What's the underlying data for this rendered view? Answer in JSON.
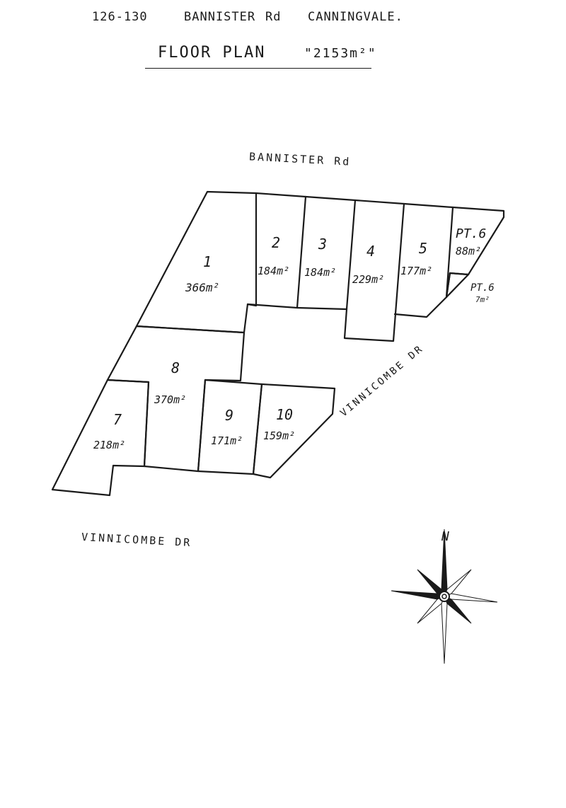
{
  "header": {
    "address_numbers": "126-130",
    "street": "BANNISTER",
    "street_suffix": "Rd",
    "suburb": "CANNINGVALE."
  },
  "title": {
    "label": "FLOOR PLAN",
    "total_area": "\"2153m²\""
  },
  "roads": {
    "top": "BANNISTER Rd",
    "bottom": "VINNICOMBE DR",
    "diagonal": "VINNICOMBE DR"
  },
  "north_label": "N",
  "units": [
    {
      "number": "1",
      "area": "366m²"
    },
    {
      "number": "2",
      "area": "184m²"
    },
    {
      "number": "3",
      "area": "184m²"
    },
    {
      "number": "4",
      "area": "229m²"
    },
    {
      "number": "5",
      "area": "177m²"
    },
    {
      "number": "PT.6",
      "area": "88m²"
    },
    {
      "number": "PT.6",
      "area": "7m²"
    },
    {
      "number": "7",
      "area": "218m²"
    },
    {
      "number": "8",
      "area": "370m²"
    },
    {
      "number": "9",
      "area": "171m²"
    },
    {
      "number": "10",
      "area": "159m²"
    }
  ]
}
